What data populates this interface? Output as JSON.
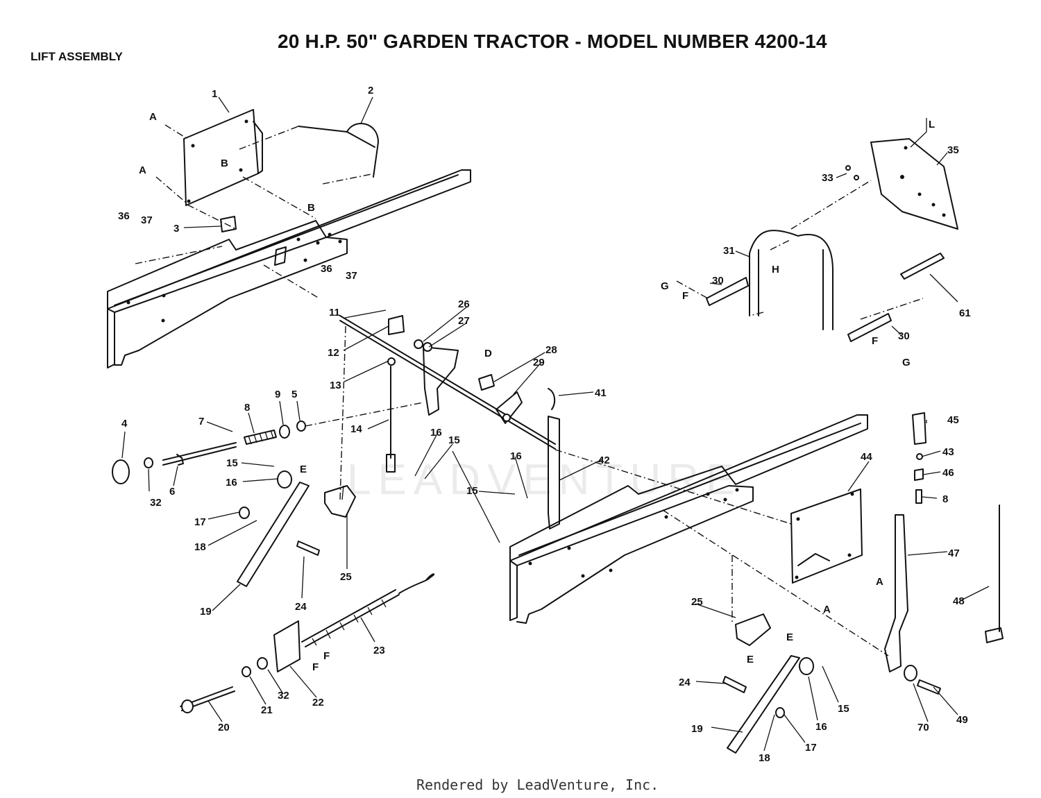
{
  "header": {
    "title": "20 H.P. 50\" GARDEN TRACTOR - MODEL NUMBER 4200-14",
    "section": "LIFT ASSEMBLY"
  },
  "footer": {
    "credit": "Rendered by LeadVenture, Inc."
  },
  "watermark": "LEADVENTURE",
  "callouts": [
    {
      "id": "c1",
      "text": "1"
    },
    {
      "id": "c2",
      "text": "2"
    },
    {
      "id": "c3",
      "text": "3"
    },
    {
      "id": "c4",
      "text": "4"
    },
    {
      "id": "c5",
      "text": "5"
    },
    {
      "id": "c6",
      "text": "6"
    },
    {
      "id": "c7",
      "text": "7"
    },
    {
      "id": "c8a",
      "text": "8"
    },
    {
      "id": "c8b",
      "text": "8"
    },
    {
      "id": "c9",
      "text": "9"
    },
    {
      "id": "c11",
      "text": "11"
    },
    {
      "id": "c12",
      "text": "12"
    },
    {
      "id": "c13",
      "text": "13"
    },
    {
      "id": "c14",
      "text": "14"
    },
    {
      "id": "c15a",
      "text": "15"
    },
    {
      "id": "c15b",
      "text": "15"
    },
    {
      "id": "c15c",
      "text": "15"
    },
    {
      "id": "c15d",
      "text": "15"
    },
    {
      "id": "c16a",
      "text": "16"
    },
    {
      "id": "c16b",
      "text": "16"
    },
    {
      "id": "c16c",
      "text": "16"
    },
    {
      "id": "c16d",
      "text": "16"
    },
    {
      "id": "c17a",
      "text": "17"
    },
    {
      "id": "c17b",
      "text": "17"
    },
    {
      "id": "c18a",
      "text": "18"
    },
    {
      "id": "c18b",
      "text": "18"
    },
    {
      "id": "c19a",
      "text": "19"
    },
    {
      "id": "c19b",
      "text": "19"
    },
    {
      "id": "c20",
      "text": "20"
    },
    {
      "id": "c21",
      "text": "21"
    },
    {
      "id": "c22",
      "text": "22"
    },
    {
      "id": "c23",
      "text": "23"
    },
    {
      "id": "c24a",
      "text": "24"
    },
    {
      "id": "c24b",
      "text": "24"
    },
    {
      "id": "c25a",
      "text": "25"
    },
    {
      "id": "c25b",
      "text": "25"
    },
    {
      "id": "c26",
      "text": "26"
    },
    {
      "id": "c27",
      "text": "27"
    },
    {
      "id": "c28",
      "text": "28"
    },
    {
      "id": "c29",
      "text": "29"
    },
    {
      "id": "c30a",
      "text": "30"
    },
    {
      "id": "c30b",
      "text": "30"
    },
    {
      "id": "c31",
      "text": "31"
    },
    {
      "id": "c32a",
      "text": "32"
    },
    {
      "id": "c32b",
      "text": "32"
    },
    {
      "id": "c33",
      "text": "33"
    },
    {
      "id": "c35",
      "text": "35"
    },
    {
      "id": "c36a",
      "text": "36"
    },
    {
      "id": "c36b",
      "text": "36"
    },
    {
      "id": "c37a",
      "text": "37"
    },
    {
      "id": "c37b",
      "text": "37"
    },
    {
      "id": "c41",
      "text": "41"
    },
    {
      "id": "c42",
      "text": "42"
    },
    {
      "id": "c43",
      "text": "43"
    },
    {
      "id": "c44",
      "text": "44"
    },
    {
      "id": "c45",
      "text": "45"
    },
    {
      "id": "c46",
      "text": "46"
    },
    {
      "id": "c47",
      "text": "47"
    },
    {
      "id": "c48",
      "text": "48"
    },
    {
      "id": "c49",
      "text": "49"
    },
    {
      "id": "c61",
      "text": "61"
    },
    {
      "id": "c70",
      "text": "70"
    },
    {
      "id": "lA1",
      "text": "A"
    },
    {
      "id": "lA2",
      "text": "A"
    },
    {
      "id": "lA3",
      "text": "A"
    },
    {
      "id": "lA4",
      "text": "A"
    },
    {
      "id": "lB1",
      "text": "B"
    },
    {
      "id": "lB2",
      "text": "B"
    },
    {
      "id": "lD",
      "text": "D"
    },
    {
      "id": "lE1",
      "text": "E"
    },
    {
      "id": "lE2",
      "text": "E"
    },
    {
      "id": "lE3",
      "text": "E"
    },
    {
      "id": "lF1",
      "text": "F"
    },
    {
      "id": "lF2",
      "text": "F"
    },
    {
      "id": "lF3",
      "text": "F"
    },
    {
      "id": "lF4",
      "text": "F"
    },
    {
      "id": "lG1",
      "text": "G"
    },
    {
      "id": "lG2",
      "text": "G"
    },
    {
      "id": "lH",
      "text": "H"
    },
    {
      "id": "lL",
      "text": "L"
    }
  ]
}
